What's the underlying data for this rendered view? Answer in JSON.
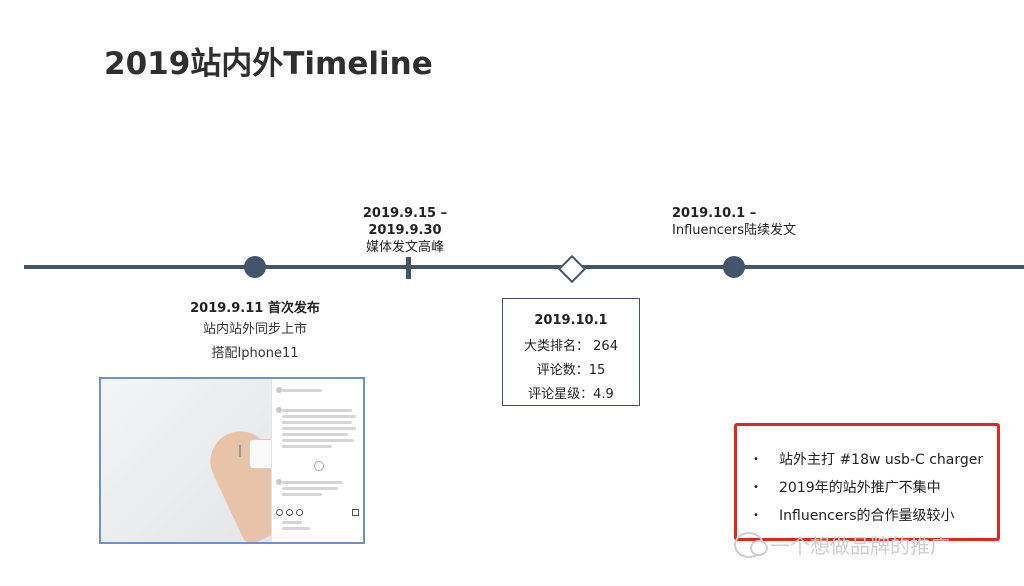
{
  "title": "2019站内外Timeline",
  "timeline": {
    "above": [
      {
        "date": "2019.9.15 – 2019.9.30",
        "desc": "媒体发文高峰"
      },
      {
        "date": "2019.10.1 –",
        "desc": "Influencers陆续发文"
      }
    ],
    "first": {
      "heading": "2019.9.11  首次发布",
      "lines": [
        "站内站外同步上市",
        "搭配Iphone11"
      ]
    },
    "stats": {
      "heading": "2019.10.1",
      "rows": [
        "大类排名： 264",
        "评论数：15",
        "评论星级：4.9"
      ]
    }
  },
  "notes": {
    "bullet": "•",
    "items": [
      "站外主打 #18w usb-C charger",
      "2019年的站外推广不集中",
      "Influencers的合作量级较小"
    ]
  },
  "watermark": "一个想做品牌的推广",
  "colors": {
    "axis": "#44546a",
    "highlight_border": "#e2271e",
    "photo_border": "#6b93c7"
  }
}
